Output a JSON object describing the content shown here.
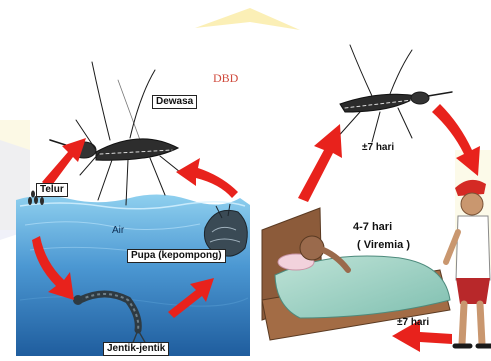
{
  "diagram": {
    "title": "DBD",
    "left_cycle": {
      "adult_label": "Dewasa",
      "egg_label": "Telur",
      "water_label": "Air",
      "pupa_label": "Pupa (kepompong)",
      "larva_label": "Jentik-jentik"
    },
    "right_cycle": {
      "mosquito_days": "±7 hari",
      "patient_days": "4-7 hari",
      "patient_state": "( Viremia )",
      "child_days": "±7 hari"
    }
  },
  "colors": {
    "arrow": "#e8221c",
    "water_top": "#7ec6ea",
    "water_bottom": "#2d6fb0",
    "title": "#d04a3c",
    "watermark": "#f7e27a"
  }
}
